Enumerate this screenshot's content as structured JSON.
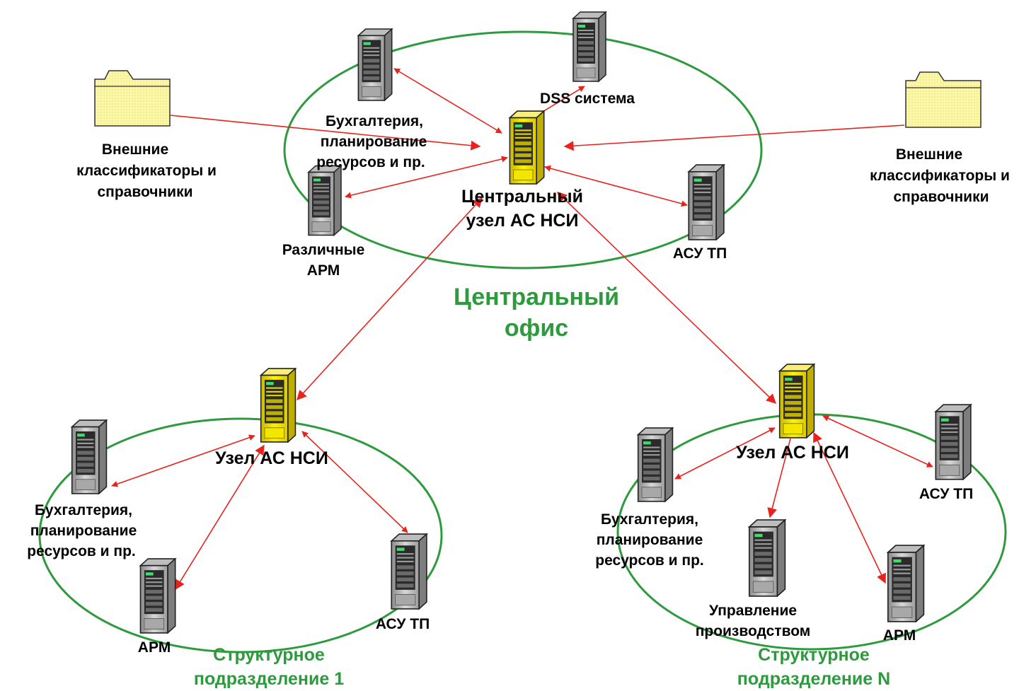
{
  "central_office": {
    "title_line1": "Центральный",
    "title_line2": "офис",
    "hub_line1": "Центральный",
    "hub_line2": "узел АС НСИ",
    "dss": "DSS система",
    "accounting_line1": "Бухгалтерия,",
    "accounting_line2": "планирование",
    "accounting_line3": "ресурсов и пр.",
    "arm_line1": "Различные",
    "arm_line2": "АРМ",
    "asu": "АСУ ТП"
  },
  "external_left": {
    "line1": "Внешние",
    "line2": "классификаторы и",
    "line3": "справочники"
  },
  "external_right": {
    "line1": "Внешние",
    "line2": "классификаторы и",
    "line3": "справочники"
  },
  "division_1": {
    "hub": "Узел АС НСИ",
    "accounting_line1": "Бухгалтерия,",
    "accounting_line2": "планирование",
    "accounting_line3": "ресурсов и пр.",
    "arm": "АРМ",
    "asu": "АСУ ТП",
    "title_line1": "Структурное",
    "title_line2": "подразделение 1"
  },
  "division_n": {
    "hub": "Узел АС НСИ",
    "accounting_line1": "Бухгалтерия,",
    "accounting_line2": "планирование",
    "accounting_line3": "ресурсов и пр.",
    "production_line1": "Управление",
    "production_line2": "производством",
    "arm": "АРМ",
    "asu": "АСУ ТП",
    "title_line1": "Структурное",
    "title_line2": "подразделение N"
  },
  "colors": {
    "ellipse": "#2e9a3e",
    "arrow": "#e8231e",
    "hub_server": "#f5e400",
    "server": "#c9c9c9",
    "folder": "#fbf7a4"
  }
}
